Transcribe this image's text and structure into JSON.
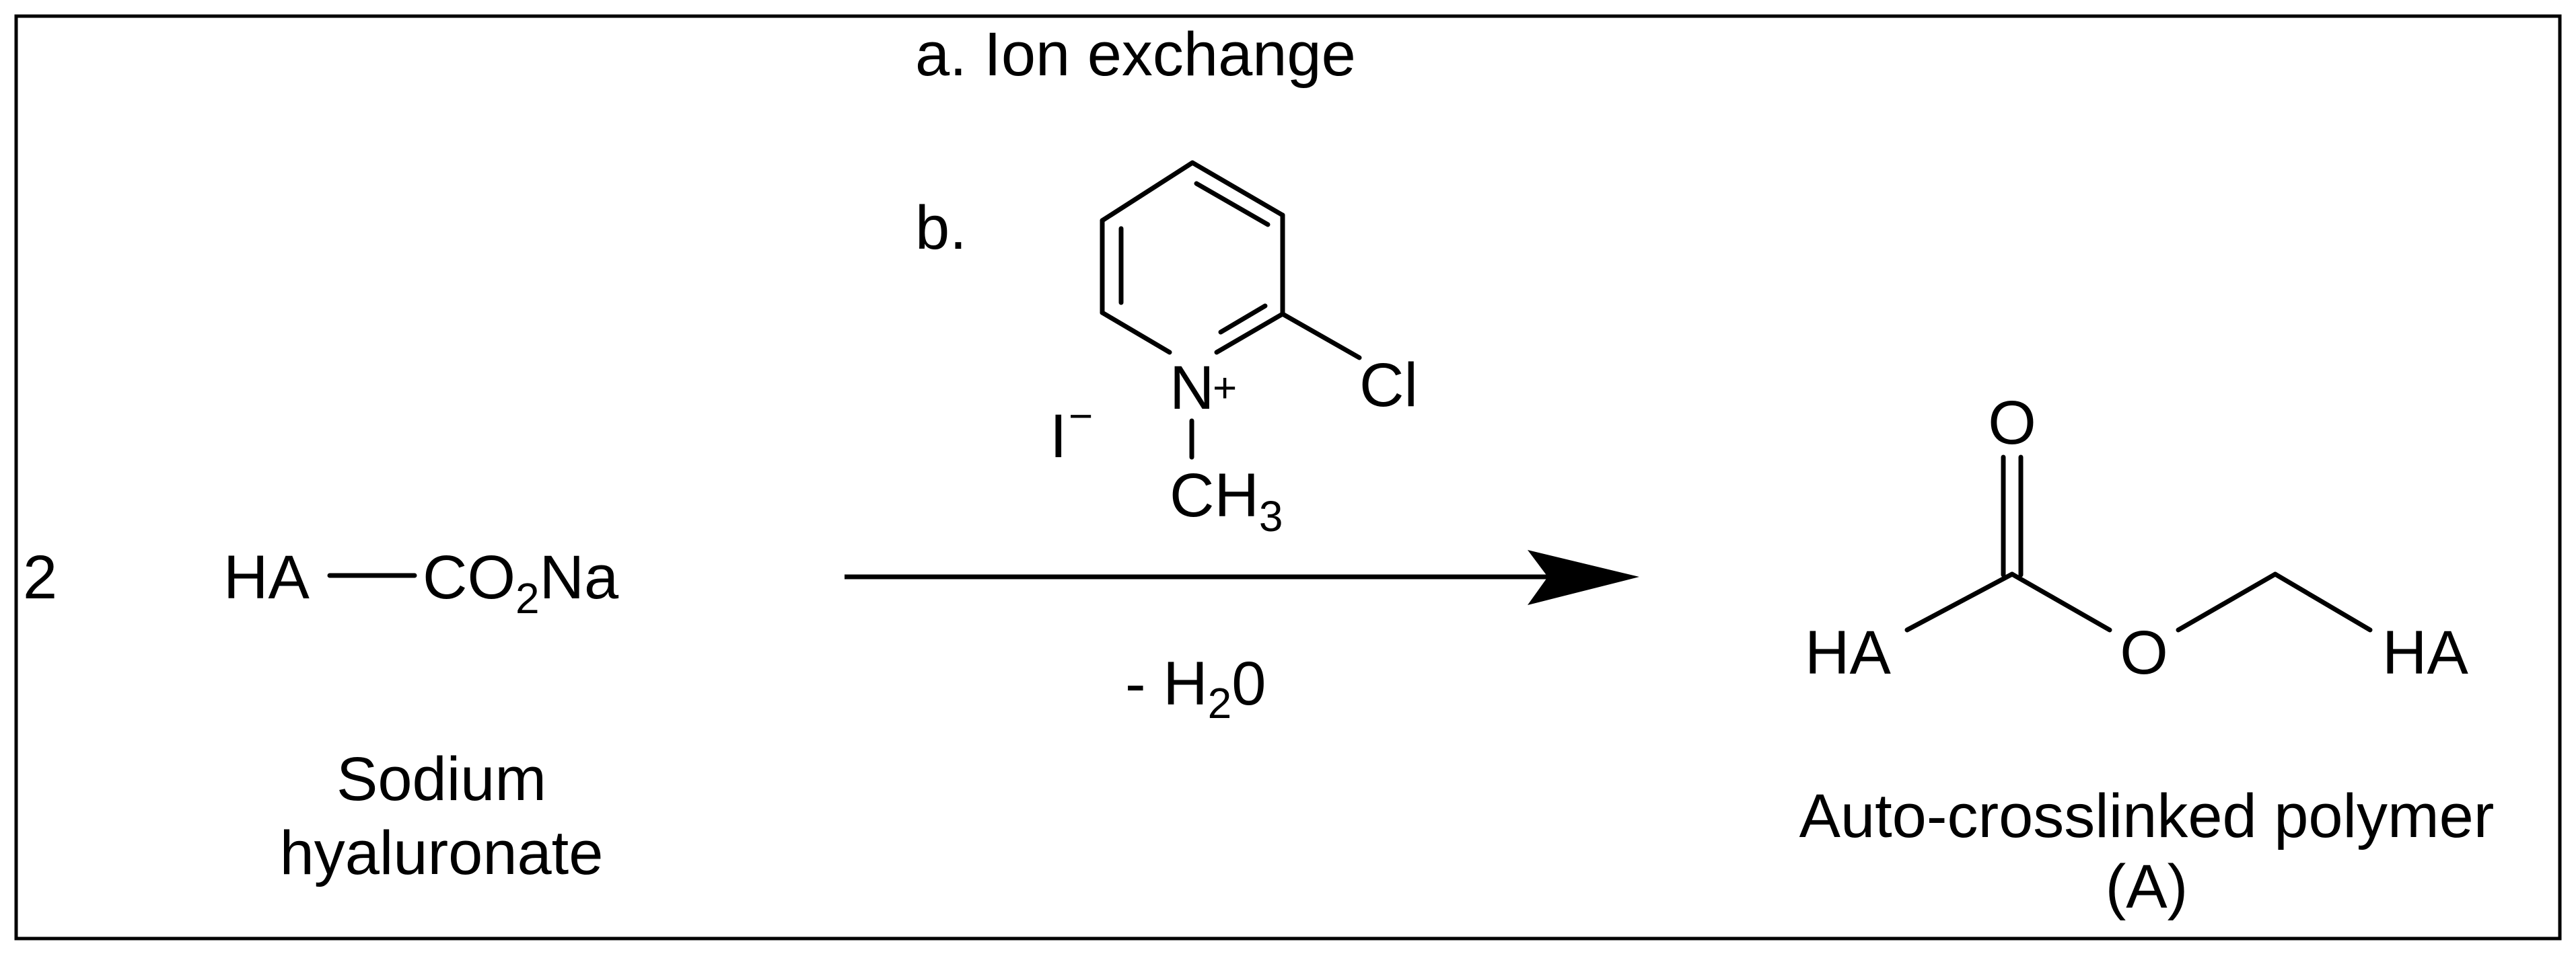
{
  "conditions": {
    "step_a": "a. Ion exchange",
    "step_b_label": "b.",
    "counter_ion": "I",
    "counter_ion_charge": "−",
    "reagent_ring_nitrogen": "N",
    "reagent_nitrogen_charge": "+",
    "reagent_chloro": "Cl",
    "reagent_methyl_base": "CH",
    "reagent_methyl_subscript": "3",
    "byproduct_prefix": "- H",
    "byproduct_subscript": "2",
    "byproduct_suffix": "0"
  },
  "reactant": {
    "coefficient": "2",
    "group": "HA",
    "carboxylate_base": "CO",
    "carboxylate_subscript": "2",
    "cation": "Na",
    "name_line1": "Sodium",
    "name_line2": "hyaluronate"
  },
  "product": {
    "carbonyl_oxygen": "O",
    "left_group": "HA",
    "ester_oxygen": "O",
    "right_group": "HA",
    "name_line1": "Auto-crosslinked polymer",
    "name_line2": "(A)"
  }
}
